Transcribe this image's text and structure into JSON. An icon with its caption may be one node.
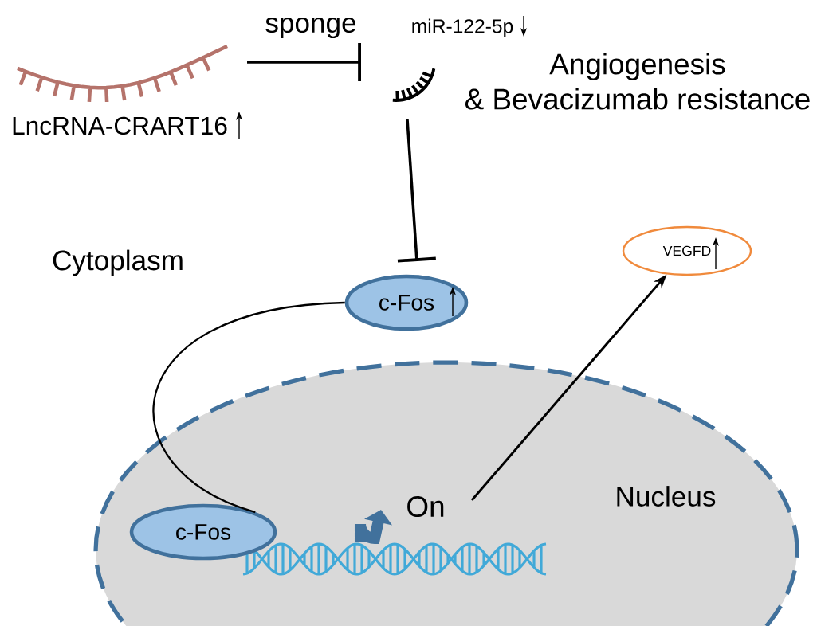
{
  "diagram": {
    "nodes": [
      {
        "text": [
          "LncRNA-CRART16"
        ]
      },
      {
        "text": [
          "miR-122-5p"
        ]
      },
      {
        "text": [
          "c-Fos"
        ]
      },
      {
        "text": [
          "Nucleus"
        ]
      },
      {
        "text": [
          "c-Fos"
        ],
        "in": 3
      },
      {
        "text": [
          "On"
        ],
        "in": 3
      },
      {
        "text": [
          "VEGFD"
        ]
      }
    ],
    "edges": [
      {
        "from": 0,
        "to": 1,
        "arrow": "other",
        "label": "sponge"
      },
      {
        "from": 1,
        "to": 2,
        "arrow": "other"
      },
      {
        "from": 2,
        "to": 4,
        "arrow": "none"
      },
      {
        "from": 5,
        "to": 6,
        "arrow": "to"
      }
    ],
    "labels": [
      "Angiogenesis & Bevacizumab resistance",
      "Cytoplasm"
    ]
  }
}
